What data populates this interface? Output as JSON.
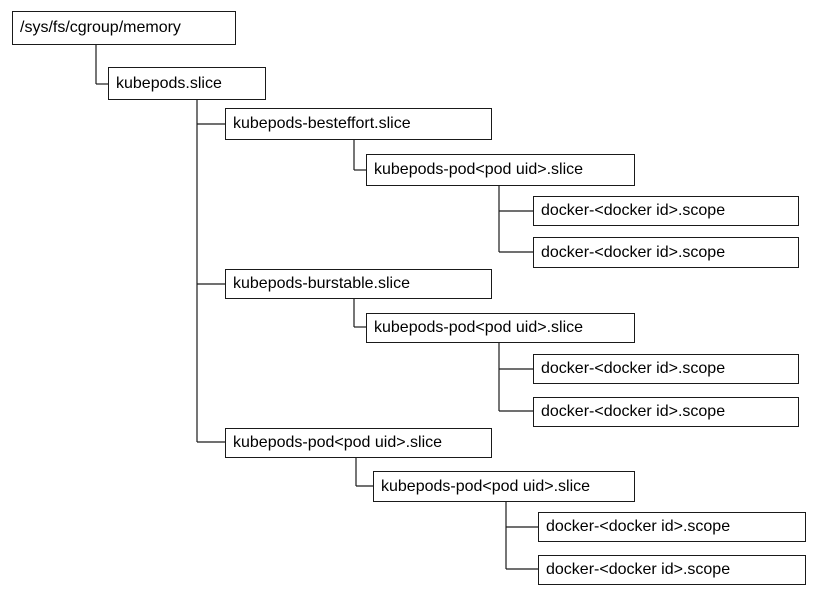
{
  "diagram": {
    "root": {
      "label": "/sys/fs/cgroup/memory",
      "child": {
        "label": "kubepods.slice",
        "children": [
          {
            "label": "kubepods-besteffort.slice",
            "pod": {
              "label": "kubepods-pod<pod uid>.slice",
              "scopes": [
                "docker-<docker id>.scope",
                "docker-<docker id>.scope"
              ]
            }
          },
          {
            "label": "kubepods-burstable.slice",
            "pod": {
              "label": "kubepods-pod<pod uid>.slice",
              "scopes": [
                "docker-<docker id>.scope",
                "docker-<docker id>.scope"
              ]
            }
          },
          {
            "label": "kubepods-pod<pod uid>.slice",
            "pod": {
              "label": "kubepods-pod<pod uid>.slice",
              "scopes": [
                "docker-<docker id>.scope",
                "docker-<docker id>.scope"
              ]
            }
          }
        ]
      }
    }
  }
}
